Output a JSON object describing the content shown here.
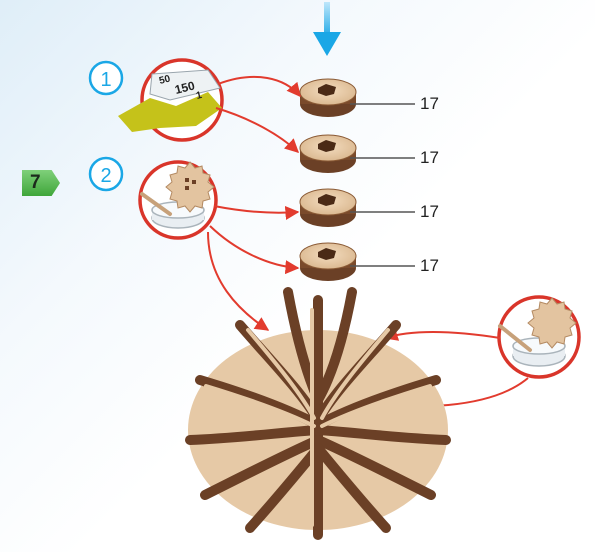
{
  "step": {
    "number": "7"
  },
  "callouts": [
    {
      "label": "1",
      "tool": "sandpaper-icon",
      "sandpaper_grit": "150",
      "sandpaper_grit_partial": "50",
      "sandpaper_grit_partial2": "1"
    },
    {
      "label": "2",
      "tool": "glue-brush-icon"
    }
  ],
  "parts": [
    {
      "id": "17"
    },
    {
      "id": "17"
    },
    {
      "id": "17"
    },
    {
      "id": "17"
    }
  ],
  "colors": {
    "accent_blue": "#1aa7e6",
    "arrow_red": "#e23b2e",
    "callout_ring": "#d9352a",
    "step_green": "#4cb347",
    "wood_light": "#e6c9a6",
    "wood_dark": "#6b4026"
  }
}
